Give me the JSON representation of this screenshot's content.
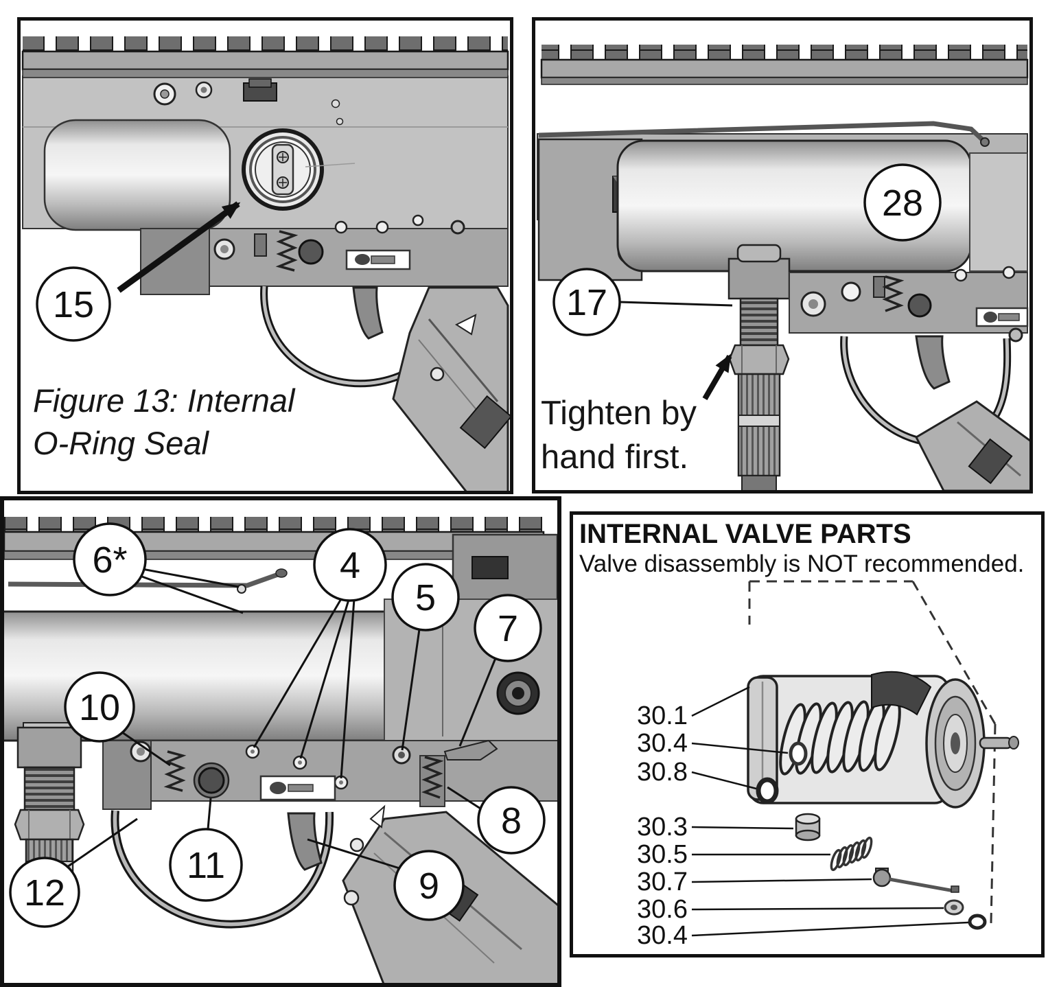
{
  "figure13": {
    "callout_15": "15",
    "caption_line1": "Figure 13: Internal",
    "caption_line2": "O-Ring Seal"
  },
  "fill_assembly": {
    "callout_28": "28",
    "callout_17": "17",
    "note_line1": "Tighten by",
    "note_line2": "hand first."
  },
  "trigger_parts": {
    "callout_6": "6*",
    "callout_4": "4",
    "callout_5": "5",
    "callout_7": "7",
    "callout_8": "8",
    "callout_9": "9",
    "callout_10": "10",
    "callout_11": "11",
    "callout_12": "12"
  },
  "valve_parts": {
    "title": "INTERNAL VALVE PARTS",
    "subtitle": "Valve disassembly is NOT recommended.",
    "label_30_1": "30.1",
    "label_30_4_top": "30.4",
    "label_30_8": "30.8",
    "label_30_3": "30.3",
    "label_30_5": "30.5",
    "label_30_7": "30.7",
    "label_30_6": "30.6",
    "label_30_4_bottom": "30.4"
  }
}
